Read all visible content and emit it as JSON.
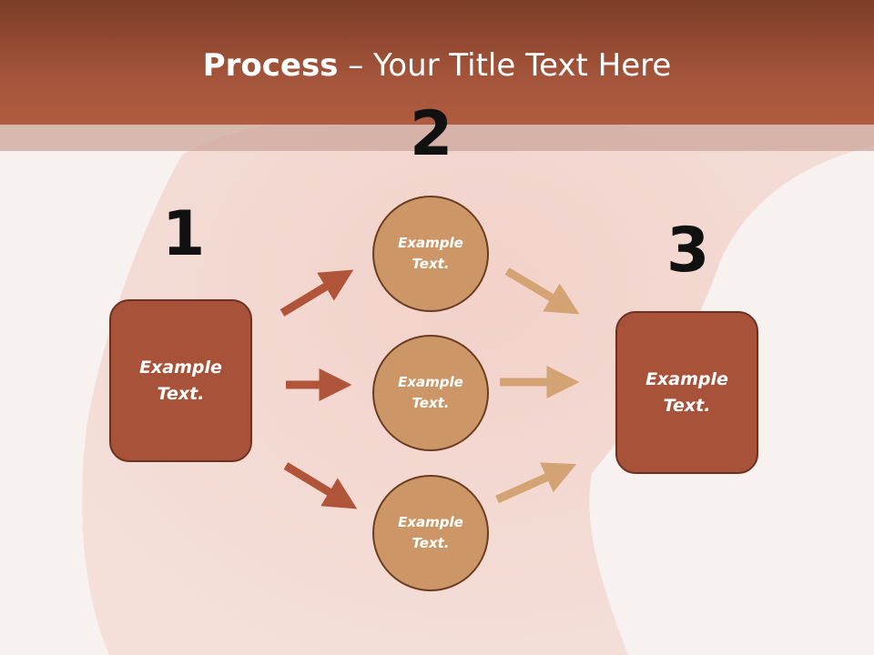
{
  "title": {
    "bold": "Process",
    "rest": " – Your Title Text Here"
  },
  "steps": [
    "1",
    "2",
    "3"
  ],
  "left_box": {
    "label": "Example\nText."
  },
  "circles": [
    {
      "label": "Example\nText."
    },
    {
      "label": "Example\nText."
    },
    {
      "label": "Example\nText."
    }
  ],
  "right_box": {
    "label": "Example\nText."
  },
  "colors": {
    "header": "#a3543a",
    "box": "#a8523a",
    "circle": "#cc9666",
    "arrow_dark": "#b0543a",
    "arrow_light": "#d4a373"
  }
}
